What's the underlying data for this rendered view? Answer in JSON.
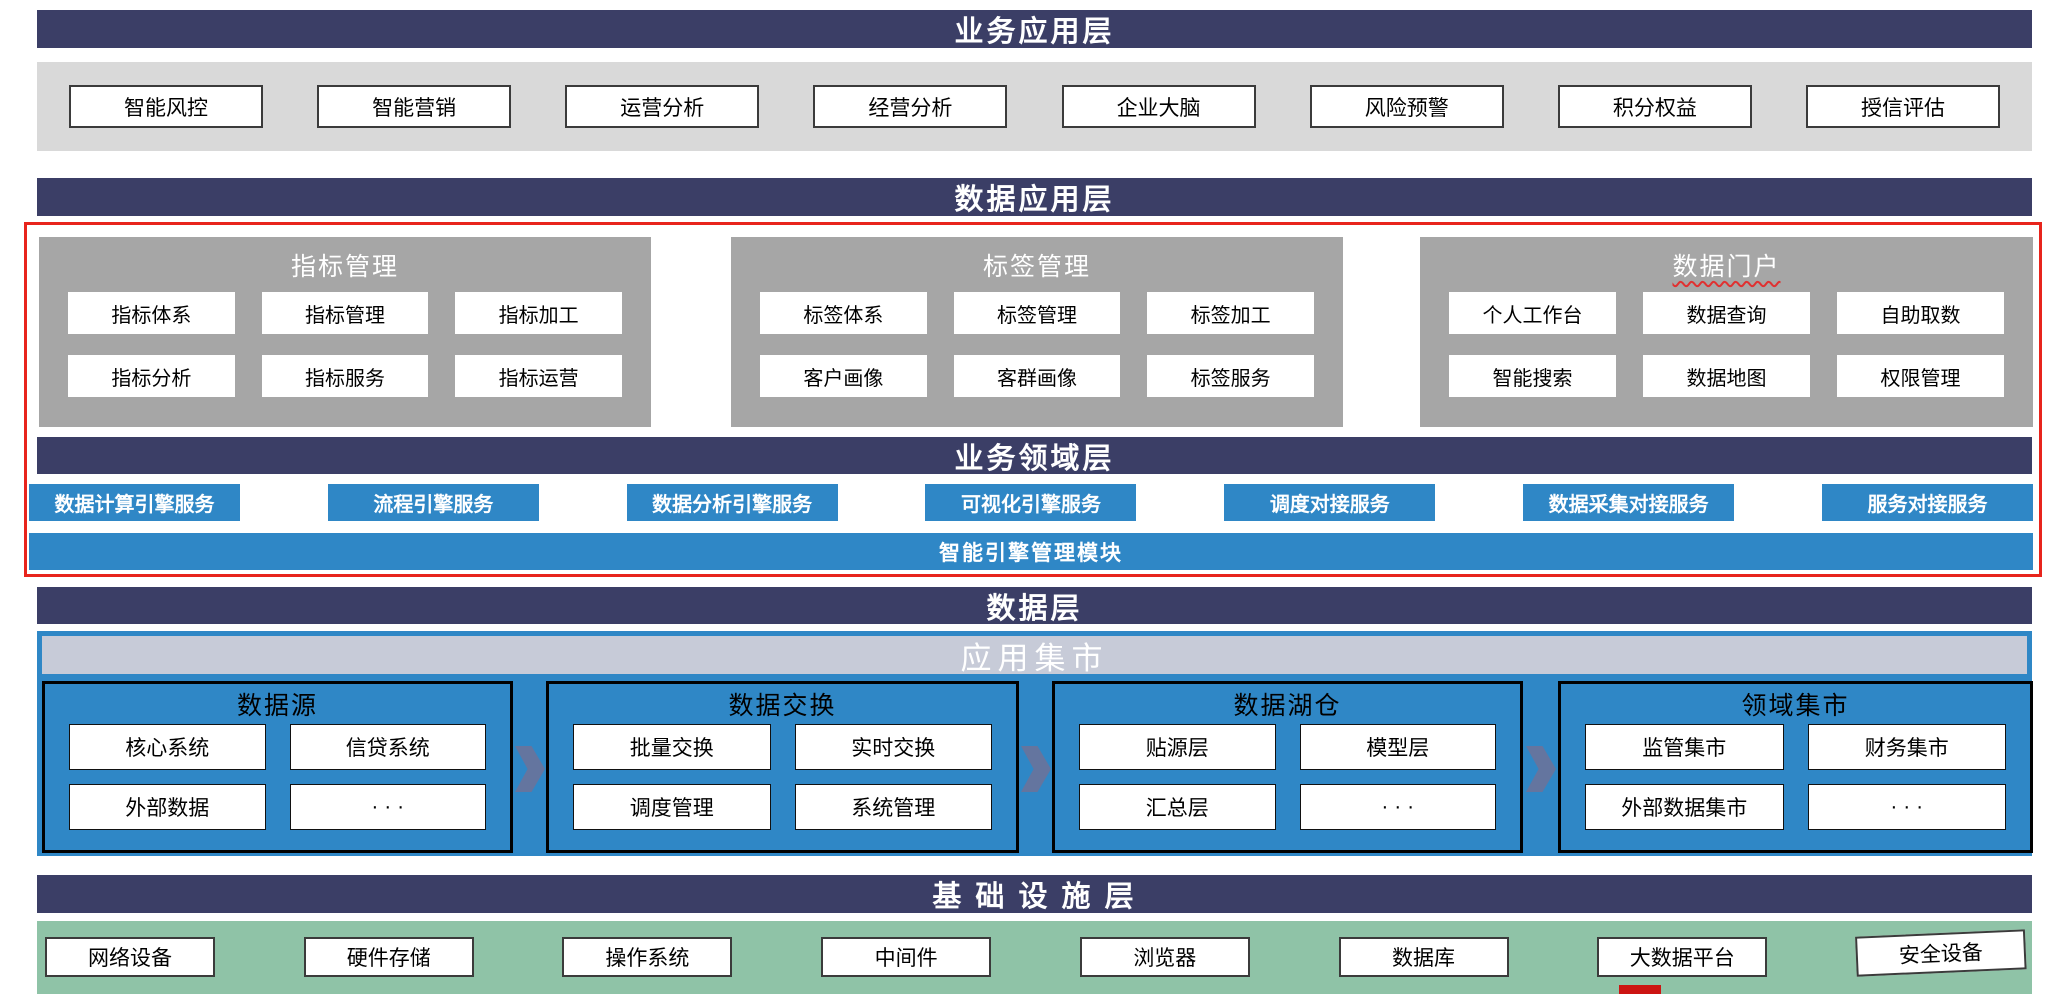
{
  "diagram": {
    "business_app": {
      "title": "业务应用层",
      "items": [
        "智能风控",
        "智能营销",
        "运营分析",
        "经营分析",
        "企业大脑",
        "风险预警",
        "积分权益",
        "授信评估"
      ]
    },
    "data_app": {
      "title": "数据应用层",
      "panels": [
        {
          "title": "指标管理",
          "items": [
            "指标体系",
            "指标管理",
            "指标加工",
            "指标分析",
            "指标服务",
            "指标运营"
          ]
        },
        {
          "title": "标签管理",
          "items": [
            "标签体系",
            "标签管理",
            "标签加工",
            "客户画像",
            "客群画像",
            "标签服务"
          ]
        },
        {
          "title": "数据门户",
          "items": [
            "个人工作台",
            "数据查询",
            "自助取数",
            "智能搜索",
            "数据地图",
            "权限管理"
          ]
        }
      ]
    },
    "business_domain": {
      "title": "业务领域层",
      "services": [
        "数据计算引擎服务",
        "流程引擎服务",
        "数据分析引擎服务",
        "可视化引擎服务",
        "调度对接服务",
        "数据采集对接服务",
        "服务对接服务"
      ],
      "engine_module": "智能引擎管理模块"
    },
    "data_layer": {
      "title": "数据层",
      "app_mart": "应用集市",
      "groups": [
        {
          "title": "数据源",
          "items": [
            "核心系统",
            "信贷系统",
            "外部数据",
            "· · ·"
          ]
        },
        {
          "title": "数据交换",
          "items": [
            "批量交换",
            "实时交换",
            "调度管理",
            "系统管理"
          ]
        },
        {
          "title": "数据湖仓",
          "items": [
            "贴源层",
            "模型层",
            "汇总层",
            "· · ·"
          ]
        },
        {
          "title": "领域集市",
          "items": [
            "监管集市",
            "财务集市",
            "外部数据集市",
            "· · ·"
          ]
        }
      ]
    },
    "infrastructure": {
      "title": "基 础 设 施 层",
      "items": [
        "网络设备",
        "硬件存储",
        "操作系统",
        "中间件",
        "浏览器",
        "数据库",
        "大数据平台",
        "安全设备"
      ]
    }
  },
  "colors": {
    "header-bar": "#3B3E66",
    "band-gray": "#D9D9D9",
    "panel-gray": "#A6A6A6",
    "accent-blue": "#2F87C6",
    "mart-bar": "#C7CBD8",
    "band-green": "#8FC3A7",
    "arrow": "#64759F",
    "red-outline": "#E8241C"
  }
}
